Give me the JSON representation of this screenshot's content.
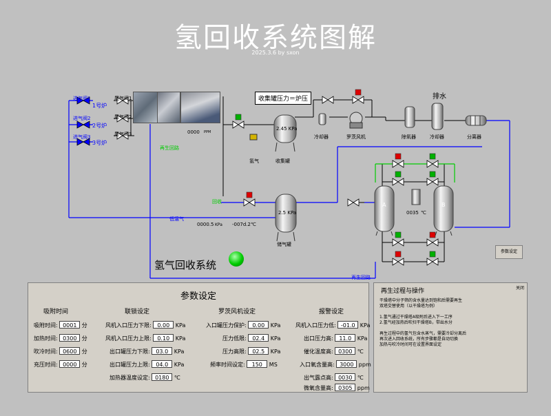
{
  "title": "氢回收系统图解",
  "subtitle": "2025.3.6 by sxon",
  "furnaces": [
    {
      "valve_label": "进气阀1",
      "furnace_label": "1号炉",
      "exhaust_label": "尾气阀1"
    },
    {
      "valve_label": "进气阀2",
      "furnace_label": "2号炉",
      "exhaust_label": "尾气阀2"
    },
    {
      "valve_label": "进气阀3",
      "furnace_label": "3号炉",
      "exhaust_label": "尾气阀3"
    }
  ],
  "collector_pressure_label": "收集罐压力＝炉压",
  "labels": {
    "vent": "排水",
    "pressure_reading": "0000",
    "pressure_unit": "PPM",
    "hydrogen": "氢气",
    "buffer_tank": "收集罐",
    "buffer_value": "2.45 KPa",
    "cooler": "冷却器",
    "roots_fan": "罗茨风机",
    "dehumidifier": "除氧器",
    "condenser": "冷却器",
    "separator": "分离器",
    "regen_line": "再生回路",
    "line_mid": "回收",
    "return_line": "低温气",
    "storage_tank": "储气罐",
    "storage_value": "2.5 KPa",
    "flow_reading": "0000.5",
    "flow_unit": "KPa",
    "temp_reading": "-007d.2",
    "temp_unit": "℃",
    "tank_a": "A",
    "tank_b": "B",
    "dew_reading": "0035",
    "dew_unit": "℃",
    "param_button": "参数设定",
    "system_label": "氢气回收系统",
    "bottom_line": "再生回路"
  },
  "params": {
    "title": "参数设定",
    "col1": {
      "header": "吸附时间",
      "rows": [
        {
          "label": "吸附时间:",
          "value": "0001",
          "unit": "分"
        },
        {
          "label": "加热时间:",
          "value": "0300",
          "unit": "分"
        },
        {
          "label": "吹冷时间:",
          "value": "0600",
          "unit": "分"
        },
        {
          "label": "充压时间:",
          "value": "0000",
          "unit": "分"
        }
      ]
    },
    "col2": {
      "header": "联锁设定",
      "rows": [
        {
          "label": "风机入口压力下限:",
          "value": "0.00",
          "unit": "KPa"
        },
        {
          "label": "风机入口压力上限:",
          "value": "0.10",
          "unit": "KPa"
        },
        {
          "label": "出口罐压力下限:",
          "value": "03.0",
          "unit": "KPa"
        },
        {
          "label": "出口罐压力上限:",
          "value": "04.0",
          "unit": "KPa"
        },
        {
          "label": "加热器温度设定:",
          "value": "0180",
          "unit": "℃"
        }
      ]
    },
    "col3": {
      "header": "罗茨风机设定",
      "rows": [
        {
          "label": "入口罐压力保护:",
          "value": "0.00",
          "unit": "KPa"
        },
        {
          "label": "压力低限:",
          "value": "02.4",
          "unit": "KPa"
        },
        {
          "label": "压力高限:",
          "value": "02.5",
          "unit": "KPa"
        },
        {
          "label": "频率时间设定:",
          "value": "150",
          "unit": "MS"
        }
      ]
    },
    "col4": {
      "header": "报警设定",
      "rows": [
        {
          "label": "风机入口压力低:",
          "value": "-01.0",
          "unit": "KPa"
        },
        {
          "label": "出口压力高:",
          "value": "11.0",
          "unit": "KPa"
        },
        {
          "label": "催化温度高:",
          "value": "0300",
          "unit": "℃"
        },
        {
          "label": "入口氧含量高:",
          "value": "3000",
          "unit": "ppm"
        },
        {
          "label": "出气露点高:",
          "value": "0030",
          "unit": "℃"
        },
        {
          "label": "微氧含量高:",
          "value": "0305",
          "unit": "ppm"
        }
      ]
    }
  },
  "regen": {
    "title": "再生过程与操作",
    "close": "关闭",
    "lines": [
      "干燥塔中分子筛的含水量达到饱和后需要再生",
      "双塔交替使用（以干燥塔为例）",
      "",
      "1.氢气通过干燥塔A吸附后进入下一工序",
      "2.氢气经加热后吹扫干燥塔B，带出水分",
      "",
      "再生过程中的氢气包含水蒸气，需要冷却分离后",
      "再次进入回收系统，所有步骤都是自动切换",
      "加热与吹冷时间可在设置界面设定"
    ]
  },
  "colors": {
    "pipe_blue": "#0000ff",
    "pipe_green": "#00cc00",
    "pipe_black": "#000000",
    "valve_red": "#dd0000",
    "valve_green": "#00b000",
    "background": "#c0c0c0"
  }
}
